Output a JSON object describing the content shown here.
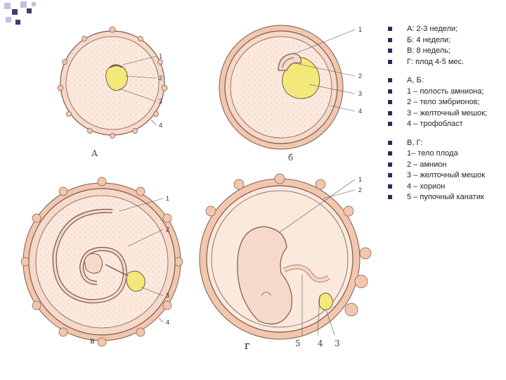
{
  "figure": {
    "panel_letters": {
      "a": "А",
      "b": "б",
      "v": "в",
      "g": "г"
    },
    "labels_a": [
      "1",
      "2",
      "3",
      "4"
    ],
    "labels_b": [
      "1",
      "2",
      "3",
      "4"
    ],
    "labels_v": [
      "1",
      "2",
      "3",
      "4"
    ],
    "labels_g_right": [
      "1",
      "2"
    ],
    "labels_g_bottom": [
      "5",
      "4",
      "3"
    ]
  },
  "legend": {
    "groups": [
      {
        "items": [
          "А: 2-3 недели;",
          "Б: 4 недели;",
          "В: 8 недель;",
          "Г: плод 4-5 мес."
        ]
      },
      {
        "items": [
          "А, Б:",
          "1 – полость амниона;",
          "2 – тело эмбрионов;",
          "3 – желточный мешок;",
          "4 – трофобласт"
        ]
      },
      {
        "items": [
          "В, Г:",
          "1– тело плода",
          "2 – амнион",
          "3 – желточный мешок",
          "4 – хорион",
          "5 – пупочный канатик"
        ]
      }
    ]
  },
  "colors": {
    "tissue": "#f6d9c8",
    "villi": "#f3c7ad",
    "yolk": "#f2e97a",
    "line": "#7a5a50",
    "deco_square_dark": "#3d3f73",
    "deco_square_light": "#bfc2dc"
  }
}
